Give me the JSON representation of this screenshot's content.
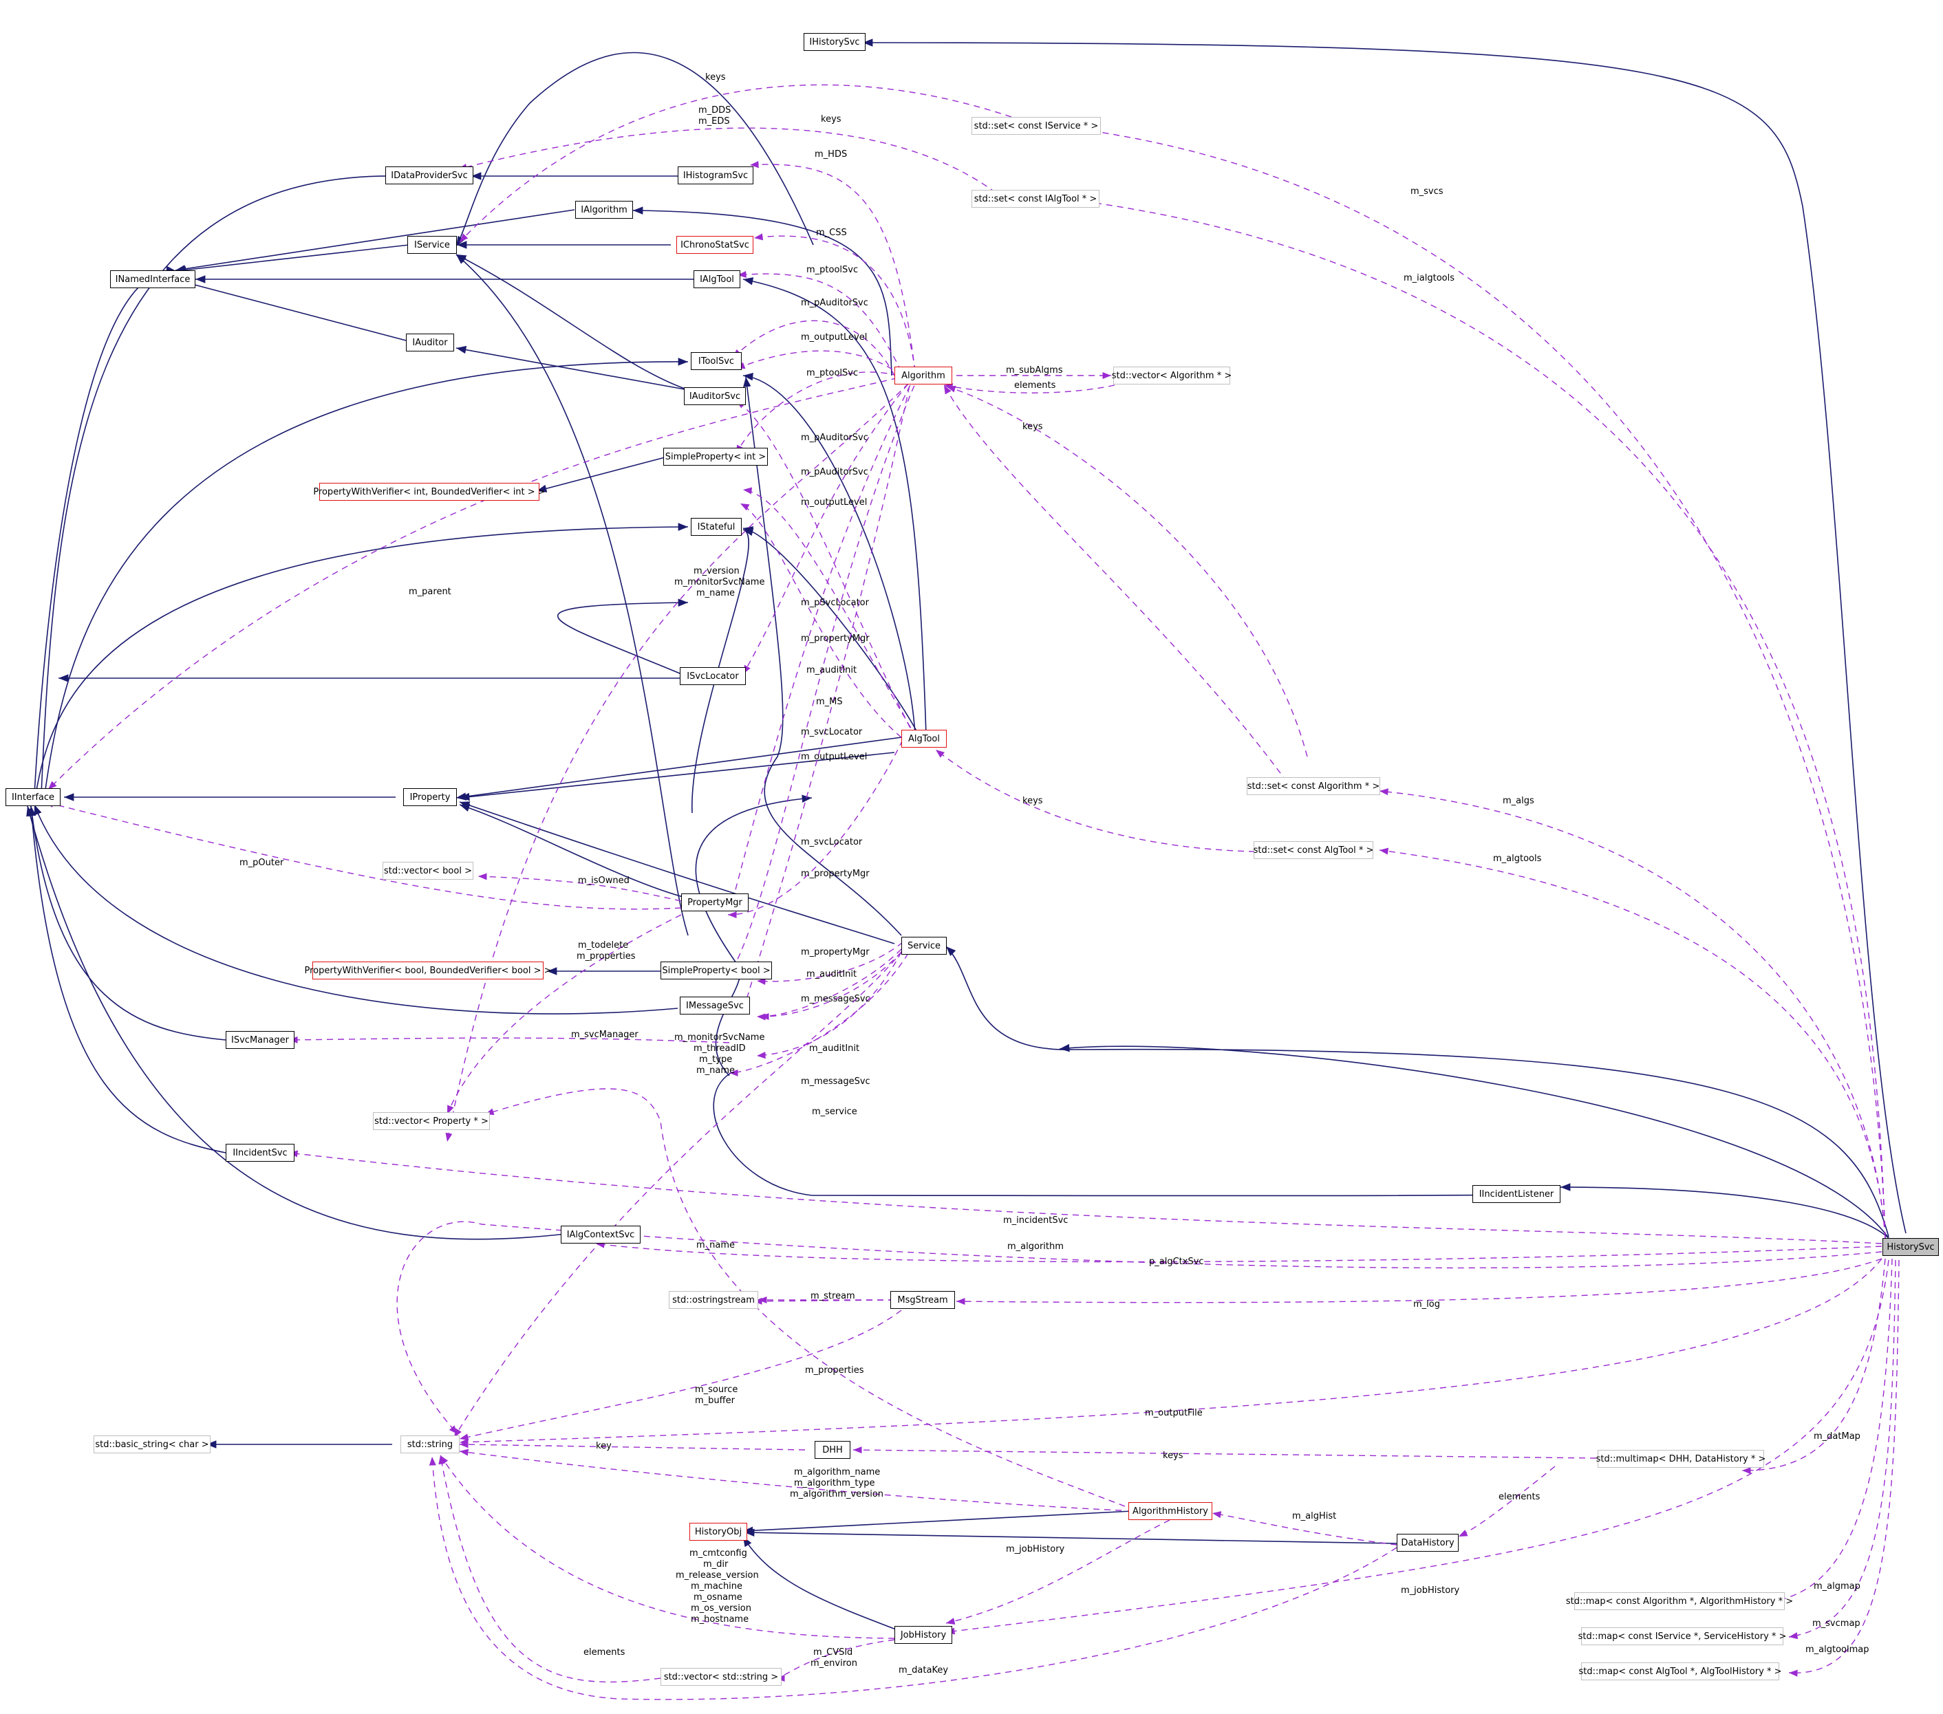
{
  "nodes": [
    {
      "id": "IHistorySvc",
      "label": "IHistorySvc",
      "style": "black"
    },
    {
      "id": "IDataProviderSvc",
      "label": "IDataProviderSvc",
      "style": "black"
    },
    {
      "id": "IHistogramSvc",
      "label": "IHistogramSvc",
      "style": "black"
    },
    {
      "id": "IAlgorithm",
      "label": "IAlgorithm",
      "style": "black"
    },
    {
      "id": "IService",
      "label": "IService",
      "style": "black"
    },
    {
      "id": "IChronoStatSvc",
      "label": "IChronoStatSvc",
      "style": "red"
    },
    {
      "id": "INamedInterface",
      "label": "INamedInterface",
      "style": "black"
    },
    {
      "id": "IAlgTool",
      "label": "IAlgTool",
      "style": "black"
    },
    {
      "id": "IAuditor",
      "label": "IAuditor",
      "style": "black"
    },
    {
      "id": "IToolSvc",
      "label": "IToolSvc",
      "style": "black"
    },
    {
      "id": "IAuditorSvc",
      "label": "IAuditorSvc",
      "style": "black"
    },
    {
      "id": "Algorithm",
      "label": "Algorithm",
      "style": "red"
    },
    {
      "id": "VecAlgorithm",
      "label": "std::vector< Algorithm * >",
      "style": "grey"
    },
    {
      "id": "SetIService",
      "label": "std::set< const IService * >",
      "style": "grey"
    },
    {
      "id": "SetIAlgTool",
      "label": "std::set< const IAlgTool * >",
      "style": "grey"
    },
    {
      "id": "SimplePropertyInt",
      "label": "SimpleProperty< int >",
      "style": "black"
    },
    {
      "id": "PWVInt",
      "label": "PropertyWithVerifier< int, BoundedVerifier< int > >",
      "style": "red"
    },
    {
      "id": "IStateful",
      "label": "IStateful",
      "style": "black"
    },
    {
      "id": "ISvcLocator",
      "label": "ISvcLocator",
      "style": "black"
    },
    {
      "id": "AlgTool",
      "label": "AlgTool",
      "style": "red"
    },
    {
      "id": "IInterface",
      "label": "IInterface",
      "style": "black"
    },
    {
      "id": "IProperty",
      "label": "IProperty",
      "style": "black"
    },
    {
      "id": "SetAlgorithm",
      "label": "std::set< const Algorithm * >",
      "style": "grey"
    },
    {
      "id": "SetAlgTool",
      "label": "std::set< const AlgTool * >",
      "style": "grey"
    },
    {
      "id": "VecBool",
      "label": "std::vector< bool >",
      "style": "grey"
    },
    {
      "id": "PropertyMgr",
      "label": "PropertyMgr",
      "style": "black"
    },
    {
      "id": "Service",
      "label": "Service",
      "style": "black"
    },
    {
      "id": "PWVBool",
      "label": "PropertyWithVerifier< bool, BoundedVerifier< bool > >",
      "style": "red"
    },
    {
      "id": "SimplePropertyBool",
      "label": "SimpleProperty< bool >",
      "style": "black"
    },
    {
      "id": "IMessageSvc",
      "label": "IMessageSvc",
      "style": "black"
    },
    {
      "id": "ISvcManager",
      "label": "ISvcManager",
      "style": "black"
    },
    {
      "id": "VecProperty",
      "label": "std::vector< Property * >",
      "style": "grey"
    },
    {
      "id": "IIncidentSvc",
      "label": "IIncidentSvc",
      "style": "black"
    },
    {
      "id": "IIncidentListener",
      "label": "IIncidentListener",
      "style": "black"
    },
    {
      "id": "IAlgContextSvc",
      "label": "IAlgContextSvc",
      "style": "black"
    },
    {
      "id": "HistorySvc",
      "label": "HistorySvc",
      "style": "selected"
    },
    {
      "id": "Ostringstream",
      "label": "std::ostringstream",
      "style": "grey"
    },
    {
      "id": "MsgStream",
      "label": "MsgStream",
      "style": "black"
    },
    {
      "id": "BasicString",
      "label": "std::basic_string< char >",
      "style": "grey"
    },
    {
      "id": "StdString",
      "label": "std::string",
      "style": "grey"
    },
    {
      "id": "DHH",
      "label": "DHH",
      "style": "black"
    },
    {
      "id": "MultimapDHH",
      "label": "std::multimap< DHH, DataHistory * >",
      "style": "grey"
    },
    {
      "id": "AlgorithmHistory",
      "label": "AlgorithmHistory",
      "style": "red"
    },
    {
      "id": "HistoryObj",
      "label": "HistoryObj",
      "style": "red"
    },
    {
      "id": "DataHistory",
      "label": "DataHistory",
      "style": "black"
    },
    {
      "id": "MapAlgorithm",
      "label": "std::map< const Algorithm *, AlgorithmHistory * >",
      "style": "grey"
    },
    {
      "id": "JobHistory",
      "label": "JobHistory",
      "style": "black"
    },
    {
      "id": "MapIService",
      "label": "std::map< const IService *, ServiceHistory * >",
      "style": "grey"
    },
    {
      "id": "VecString",
      "label": "std::vector< std::string >",
      "style": "grey"
    },
    {
      "id": "MapAlgTool",
      "label": "std::map< const AlgTool *, AlgToolHistory * >",
      "style": "grey"
    }
  ],
  "edge_labels": [
    "keys",
    "m_DDS",
    "m_EDS",
    "keys",
    "m_HDS",
    "m_svcs",
    "m_CSS",
    "m_ialgtools",
    "m_ptoolSvc",
    "m_pAuditorSvc",
    "m_outputLevel",
    "m_ptoolSvc",
    "m_subAlgms",
    "elements",
    "keys",
    "m_pAuditorSvc",
    "m_pAuditorSvc",
    "m_outputLevel",
    "m_version",
    "m_monitorSvcName",
    "m_name",
    "m_parent",
    "m_pSvcLocator",
    "m_propertyMgr",
    "m_auditInit",
    "m_MS",
    "m_svcLocator",
    "m_outputLevel",
    "keys",
    "m_algs",
    "m_svcLocator",
    "m_algtools",
    "m_pOuter",
    "m_isOwned",
    "m_propertyMgr",
    "m_todelete",
    "m_properties",
    "m_propertyMgr",
    "m_auditInit",
    "m_messageSvc",
    "m_svcManager",
    "m_monitorSvcName",
    "m_threadID",
    "m_type",
    "m_name",
    "m_auditInit",
    "m_messageSvc",
    "m_service",
    "m_incidentSvc",
    "m_name",
    "m_algorithm",
    "p_algCtxSvc",
    "m_stream",
    "m_log",
    "m_properties",
    "m_source",
    "m_buffer",
    "m_outputFile",
    "key",
    "keys",
    "m_datMap",
    "m_algorithm_name",
    "m_algorithm_type",
    "m_algorithm_version",
    "elements",
    "m_algHist",
    "m_jobHistory",
    "m_cmtconfig",
    "m_dir",
    "m_release_version",
    "m_machine",
    "m_osname",
    "m_os_version",
    "m_hostname",
    "m_jobHistory",
    "m_algmap",
    "elements",
    "m_CVSid",
    "m_environ",
    "m_dataKey",
    "m_svcmap",
    "m_algtoolmap"
  ]
}
